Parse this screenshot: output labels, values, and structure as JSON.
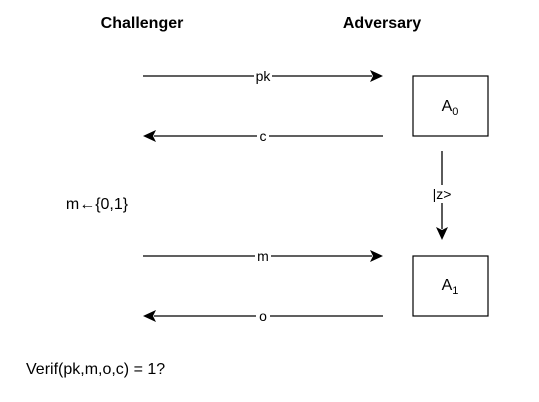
{
  "headers": {
    "challenger": "Challenger",
    "adversary": "Adversary"
  },
  "boxes": {
    "a0": {
      "base": "A",
      "sub": "0"
    },
    "a1": {
      "base": "A",
      "sub": "1"
    }
  },
  "messages": {
    "pk": "pk",
    "c": "c",
    "m": "m",
    "o": "o",
    "z": "|z>"
  },
  "challenger_step": "m←{0,1}",
  "verification": "Verif(pk,m,o,c) = 1?"
}
